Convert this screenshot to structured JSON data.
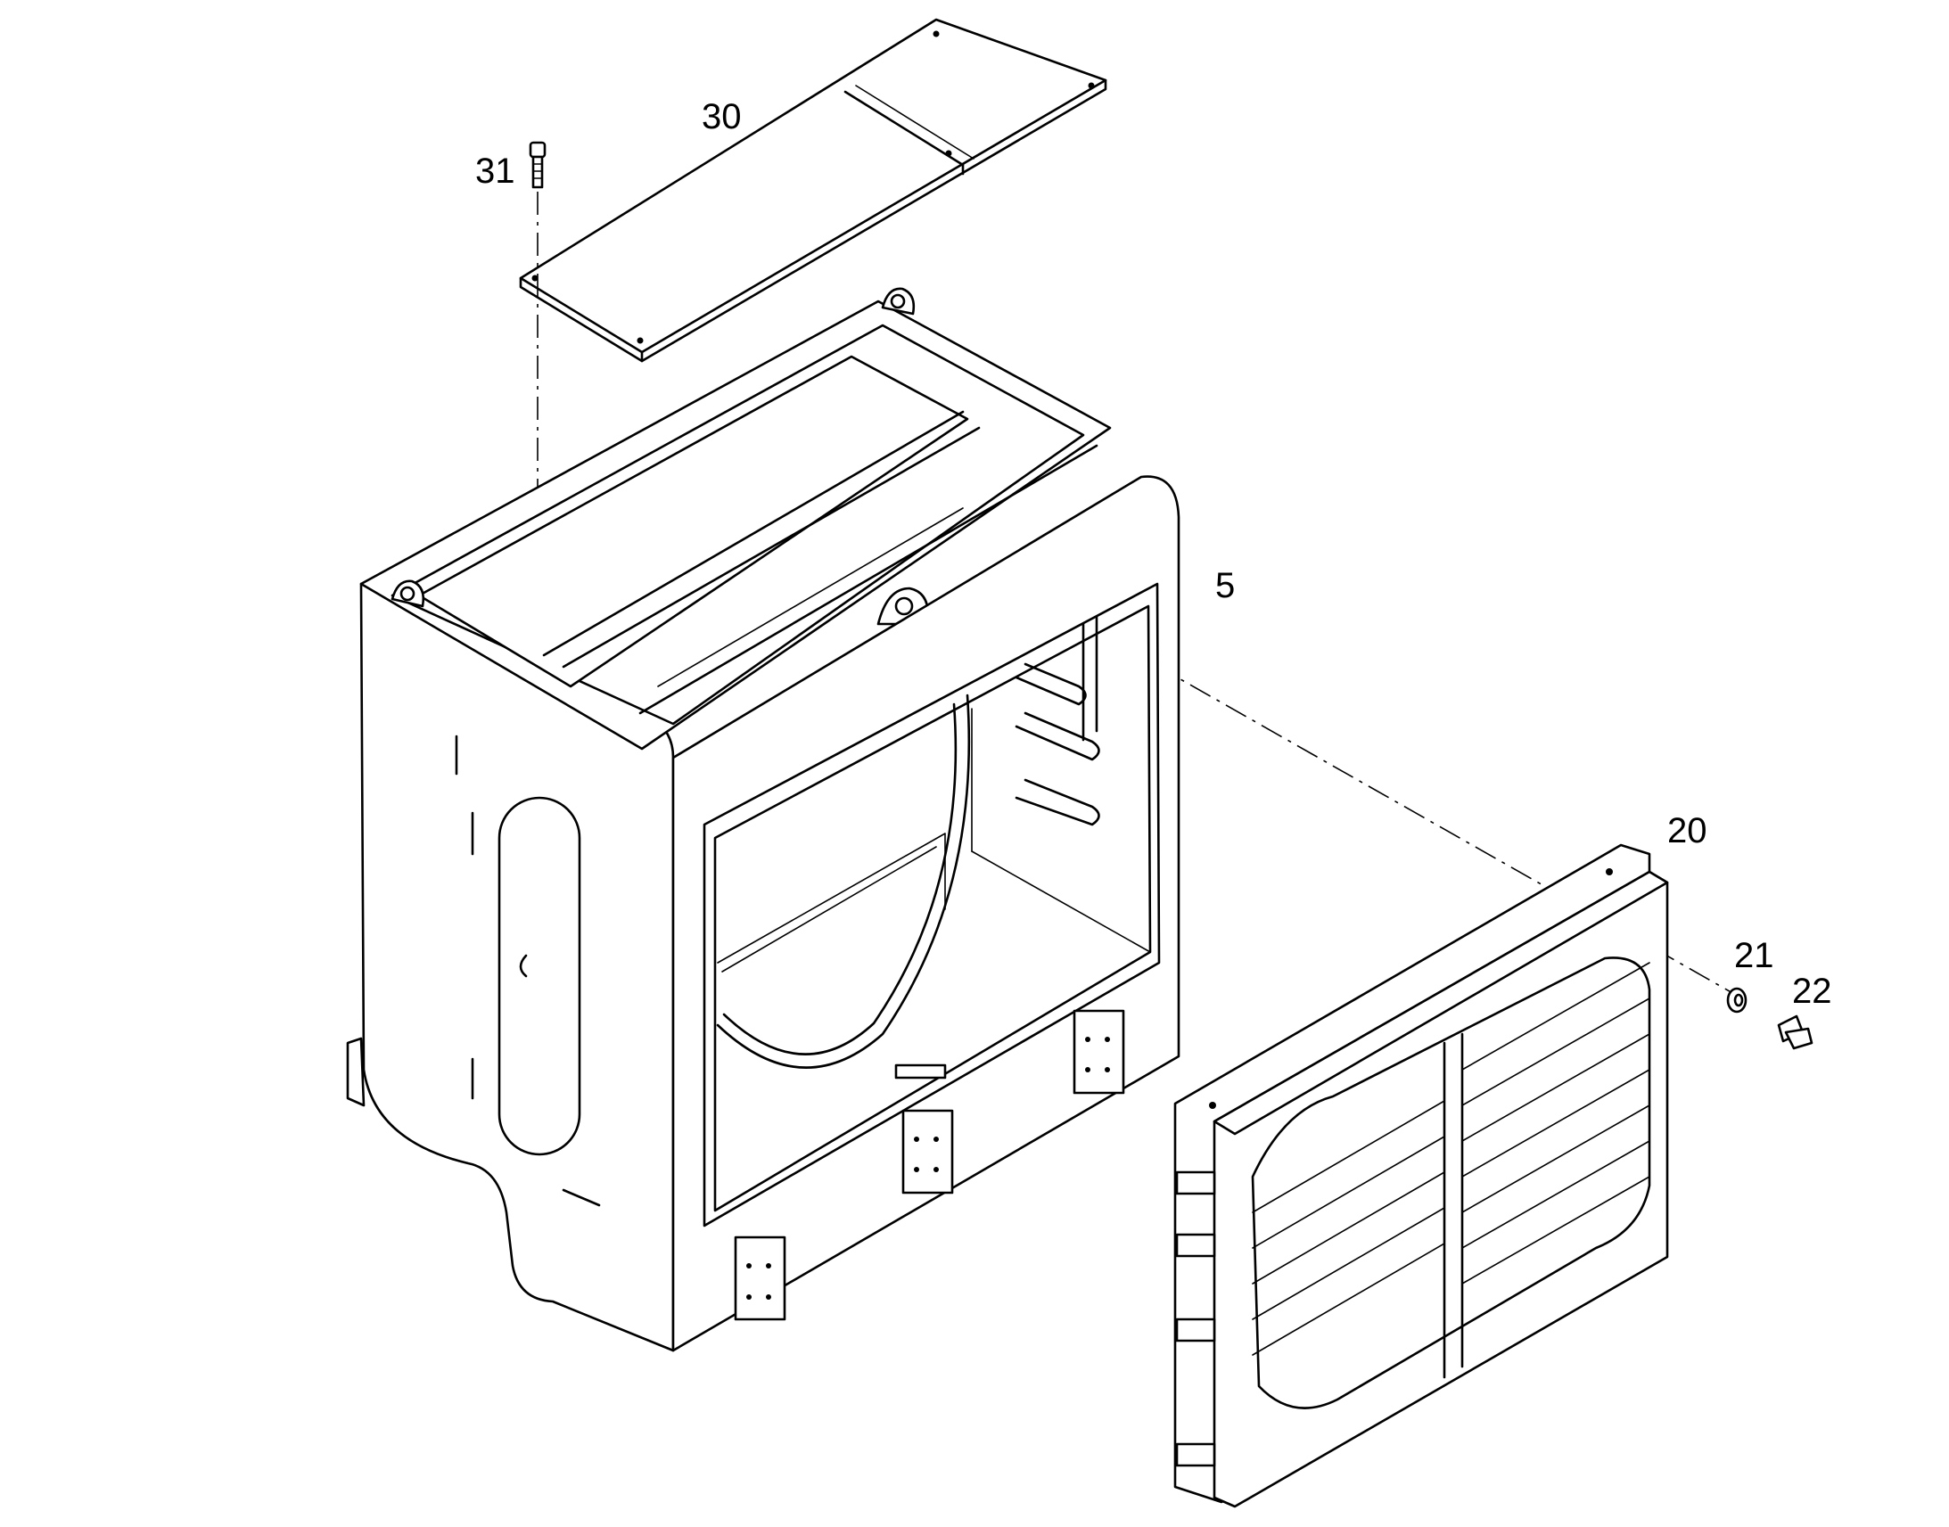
{
  "callouts": {
    "c30": "30",
    "c31": "31",
    "c5": "5",
    "c20": "20",
    "c21": "21",
    "c22": "22"
  },
  "parts": [
    {
      "number": "5",
      "name": "cabinet-frame"
    },
    {
      "number": "20",
      "name": "louvred-grille-assembly"
    },
    {
      "number": "21",
      "name": "washer"
    },
    {
      "number": "22",
      "name": "bolt"
    },
    {
      "number": "30",
      "name": "top-cover-plate"
    },
    {
      "number": "31",
      "name": "cap-screw"
    }
  ]
}
